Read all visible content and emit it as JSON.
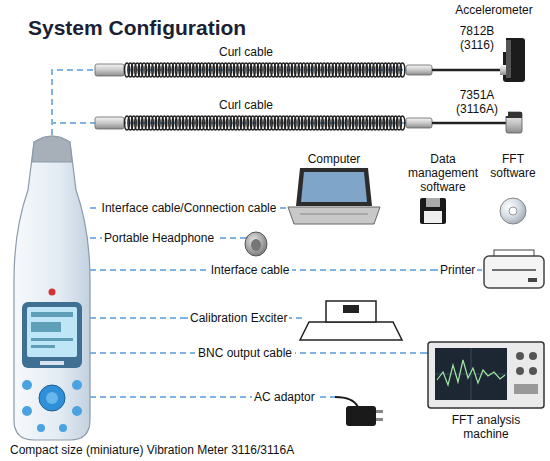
{
  "diagram": {
    "title": "System Configuration",
    "nodes": [
      {
        "text": [
          "Compact size (miniature) Vibration Meter 3116/3116A"
        ]
      },
      {
        "text": [
          "Accelerometer",
          "7812B (3116)"
        ]
      },
      {
        "text": [
          "7351A (3116A)"
        ]
      },
      {
        "text": [
          "Computer"
        ]
      },
      {
        "text": [
          "Data management software"
        ]
      },
      {
        "text": [
          "FFT software"
        ]
      },
      {
        "text": [
          "Portable Headphone"
        ]
      },
      {
        "text": [
          "Printer"
        ]
      },
      {
        "text": [
          "Calibration Exciter"
        ]
      },
      {
        "text": [
          "FFT analysis machine"
        ]
      },
      {
        "text": [
          "AC adaptor"
        ]
      }
    ],
    "edges": [
      {
        "from": 0,
        "to": 1,
        "arrow": "none",
        "label": "Curl cable"
      },
      {
        "from": 0,
        "to": 2,
        "arrow": "none",
        "label": "Curl cable"
      },
      {
        "from": 0,
        "to": 3,
        "arrow": "none",
        "label": "Interface cable/Connection cable"
      },
      {
        "from": 0,
        "to": 6,
        "arrow": "none"
      },
      {
        "from": 0,
        "to": 7,
        "arrow": "none",
        "label": "Interface cable"
      },
      {
        "from": 0,
        "to": 8,
        "arrow": "none"
      },
      {
        "from": 0,
        "to": 9,
        "arrow": "none",
        "label": "BNC output cable"
      },
      {
        "from": 0,
        "to": 10,
        "arrow": "none"
      }
    ]
  }
}
